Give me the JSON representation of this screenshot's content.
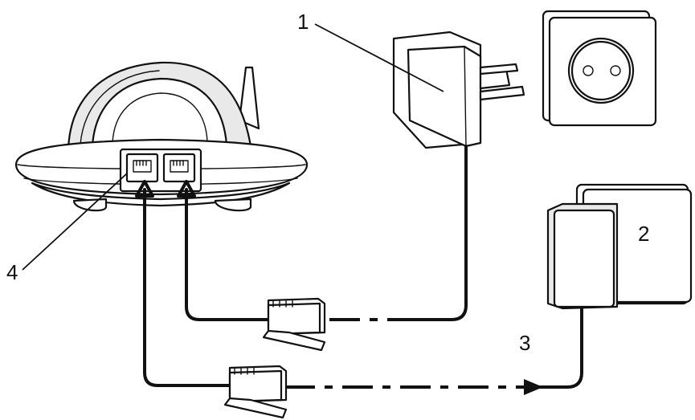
{
  "callouts": {
    "power_adapter": "1",
    "phone_socket": "2",
    "phone_line_cable": "3",
    "base_jacks": "4"
  },
  "colors": {
    "line": "#111111",
    "background": "#ffffff",
    "shade": "#e9e9e9"
  },
  "icons": {
    "base_station": "phone-base-station-icon",
    "power_adapter": "power-adapter-icon",
    "wall_outlet": "wall-outlet-icon",
    "phone_socket": "telephone-wall-socket-icon",
    "plug": "rj-modular-plug-icon"
  }
}
